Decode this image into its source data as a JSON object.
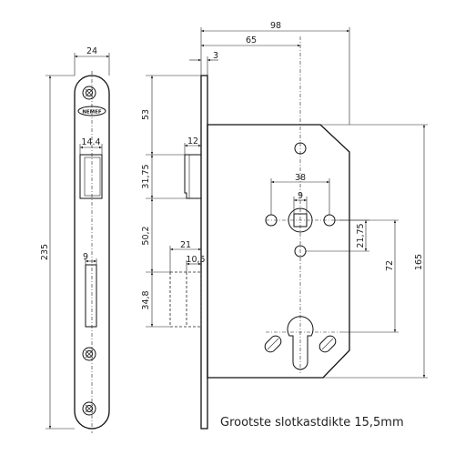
{
  "front_plate": {
    "brand": "NEMEF",
    "dim_width": "24",
    "dim_height": "235",
    "dim_latch": "14.4",
    "dim_bolt": "9"
  },
  "side_view": {
    "dim_53": "53",
    "dim_3175": "31,75",
    "dim_502": "50,2",
    "dim_348": "34,8",
    "dim_12": "12",
    "dim_21": "21",
    "dim_105": "10,5",
    "dim_3": "3"
  },
  "case_view": {
    "dim_98": "98",
    "dim_65": "65",
    "dim_38": "38",
    "dim_9": "9",
    "dim_2175": "21,75",
    "dim_72": "72",
    "dim_165": "165"
  },
  "caption": "Grootste slotkastdikte 15,5mm"
}
